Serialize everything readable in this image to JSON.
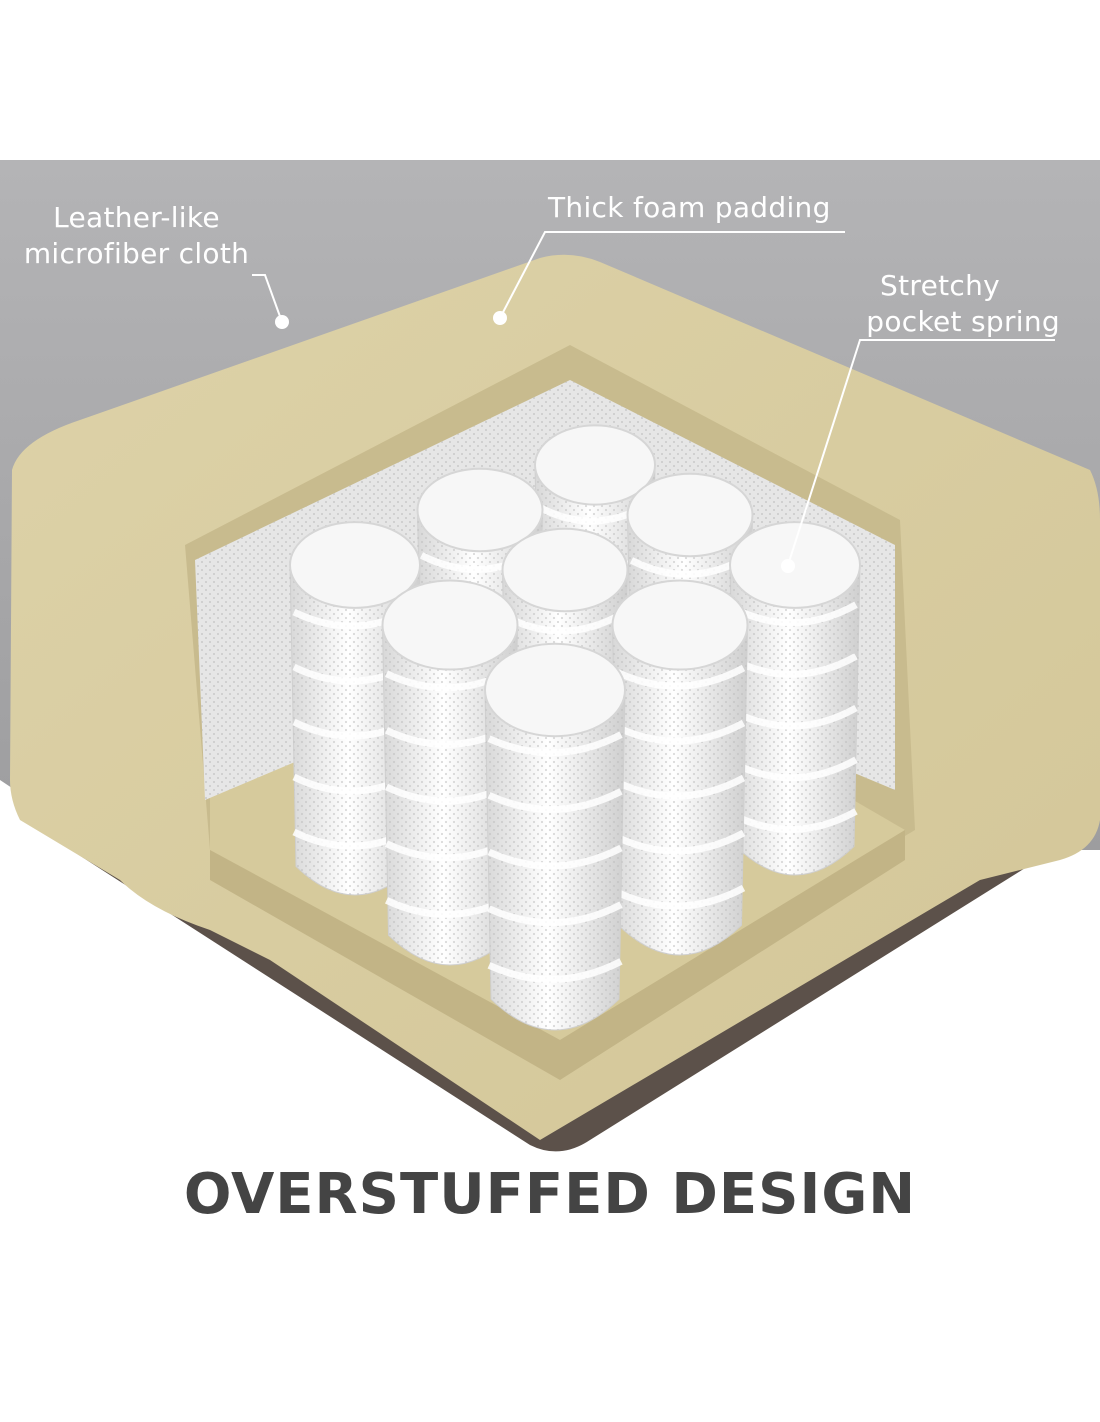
{
  "callouts": {
    "microfiber": {
      "line1": "Leather-like",
      "line2": "microfiber cloth"
    },
    "foam": {
      "line1": "Thick foam padding"
    },
    "spring": {
      "line1": "Stretchy",
      "line2": "pocket spring"
    }
  },
  "headline": "OVERSTUFFED DESIGN",
  "colors": {
    "background": "#ffffff",
    "upholstery_gray": "#a9a9ab",
    "foam_yellow": "#d9cda3",
    "foam_shadow": "#c9bc8f",
    "spring_white": "#f2f2f2",
    "callout_text": "#ffffff",
    "headline_text": "#444444"
  }
}
